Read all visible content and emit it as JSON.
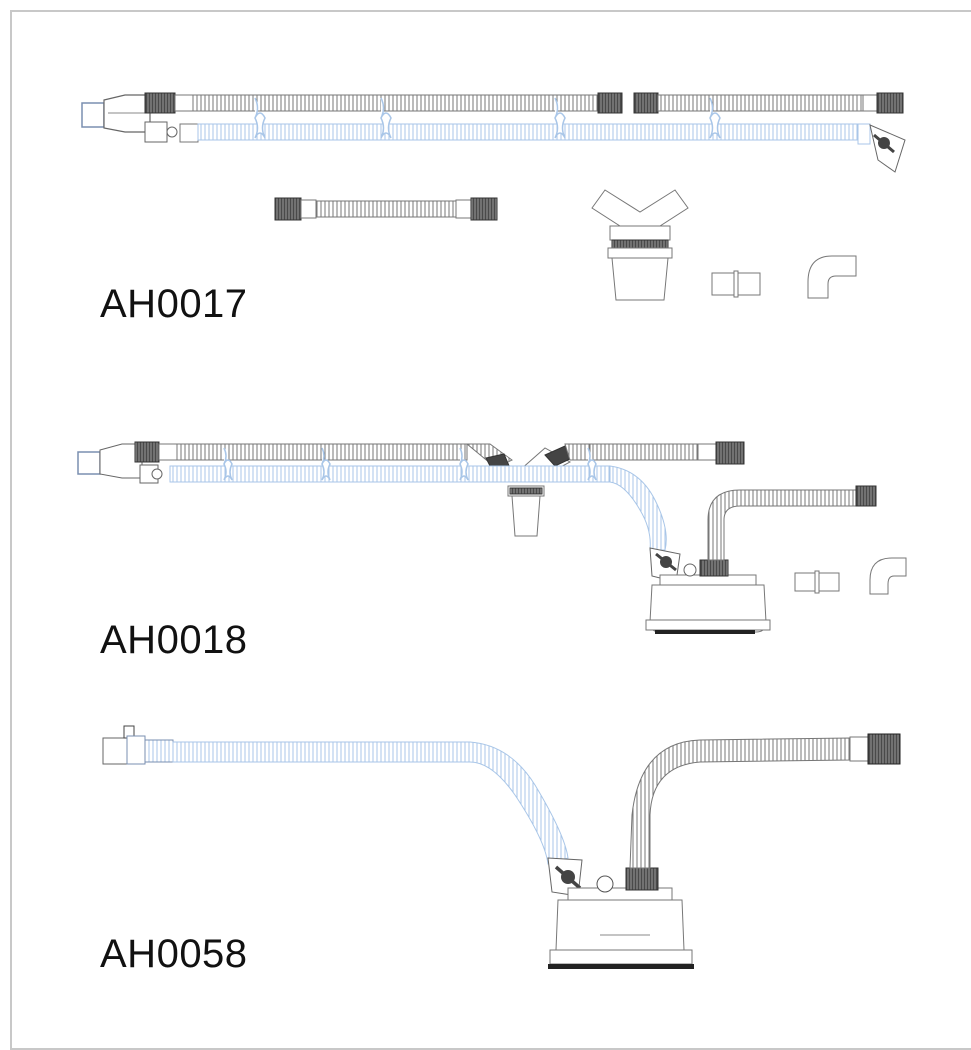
{
  "products": [
    {
      "code": "AH0017"
    },
    {
      "code": "AH0018"
    },
    {
      "code": "AH0058"
    }
  ],
  "colors": {
    "outline": "#6a6a6a",
    "tube_light": "#a9c6e8",
    "connector_dark": "#555555"
  }
}
